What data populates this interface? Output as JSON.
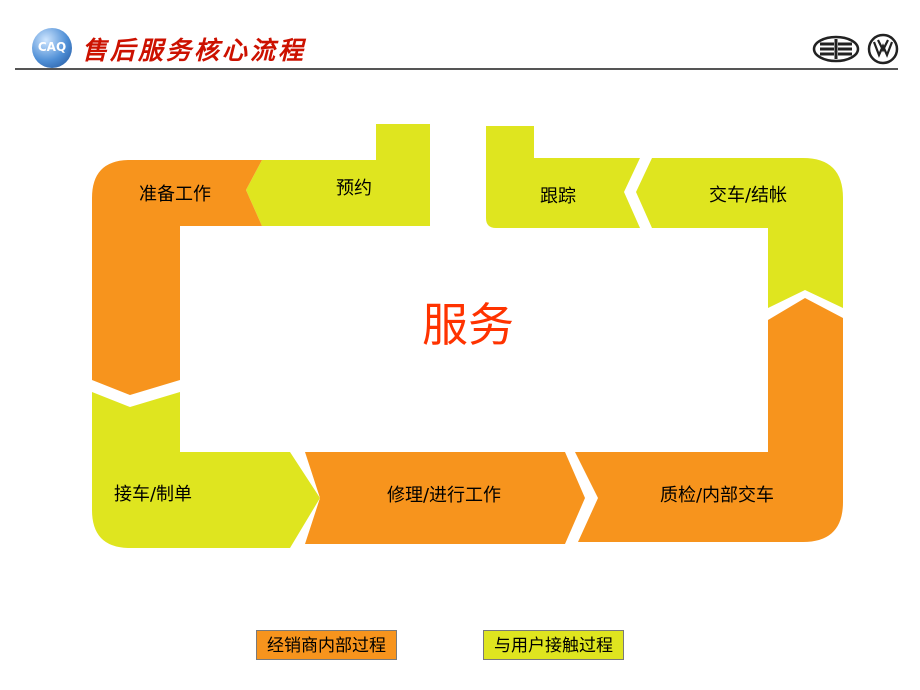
{
  "header": {
    "title": "售后服务核心流程",
    "logo_left_text": "CAQ",
    "logo_right": [
      "faw-logo-icon",
      "vw-logo-icon"
    ]
  },
  "center": {
    "label": "服务"
  },
  "steps": [
    {
      "label": "预约",
      "kind": "customer"
    },
    {
      "label": "准备工作",
      "kind": "internal"
    },
    {
      "label": "接车/制单",
      "kind": "customer"
    },
    {
      "label": "修理/进行工作",
      "kind": "internal"
    },
    {
      "label": "质检/内部交车",
      "kind": "internal"
    },
    {
      "label": "交车/结帐",
      "kind": "customer"
    },
    {
      "label": "跟踪",
      "kind": "customer"
    }
  ],
  "legend": [
    {
      "label": "经销商内部过程",
      "kind": "internal"
    },
    {
      "label": "与用户接触过程",
      "kind": "customer"
    }
  ],
  "colors": {
    "internal": "#f7941d",
    "customer": "#dfe51f",
    "title": "#cc1100",
    "center_text": "#ff3300",
    "rule": "#555555"
  }
}
